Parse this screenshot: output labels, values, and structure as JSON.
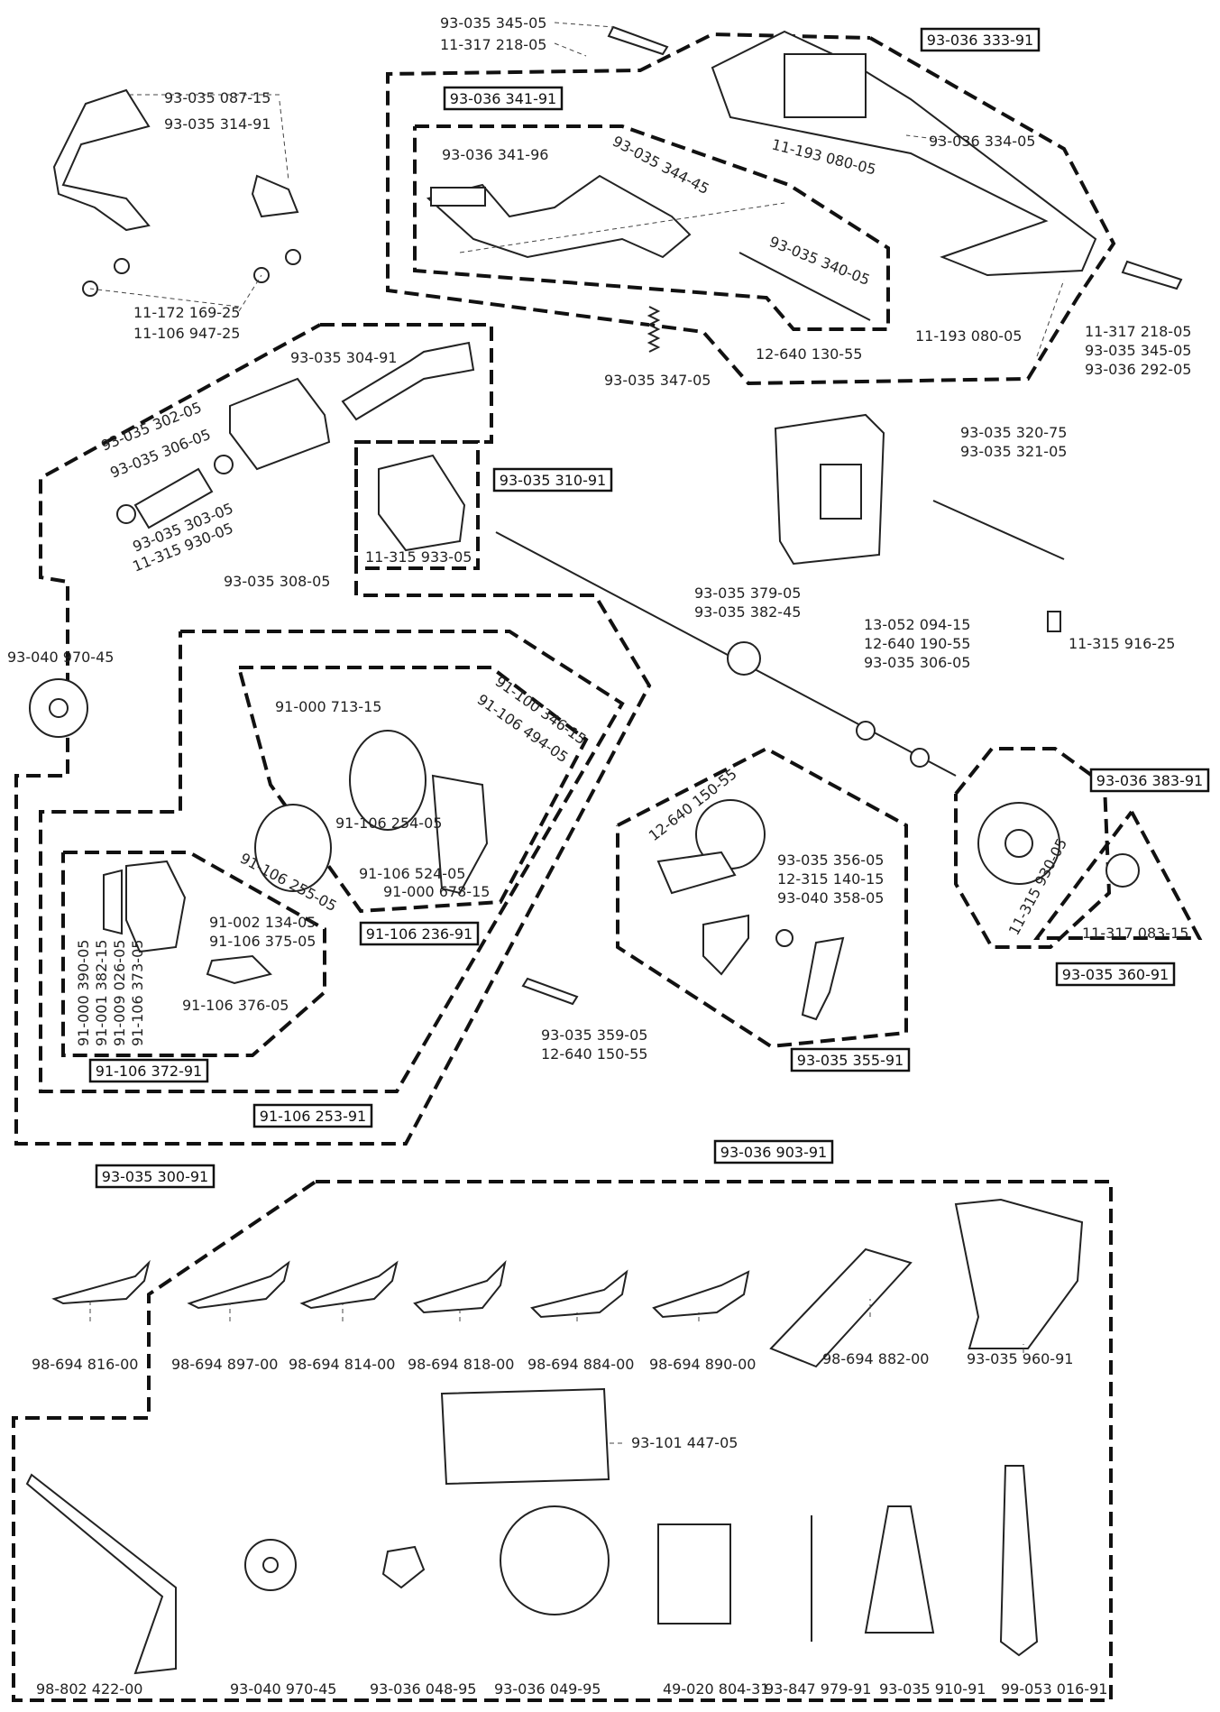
{
  "groups": [
    {
      "id": "93-036 333-91"
    },
    {
      "id": "93-036 341-91"
    },
    {
      "id": "93-035 310-91"
    },
    {
      "id": "93-036 383-91"
    },
    {
      "id": "93-035 360-91"
    },
    {
      "id": "93-035 355-91"
    },
    {
      "id": "91-106 236-91"
    },
    {
      "id": "91-106 372-91"
    },
    {
      "id": "91-106 253-91"
    },
    {
      "id": "93-035 300-91"
    },
    {
      "id": "93-036 903-91"
    }
  ],
  "labels": [
    "93-035 345-05",
    "11-317 218-05",
    "93-036 341-96",
    "93-035 344-45",
    "11-193 080-05",
    "93-036 334-05",
    "93-035 340-05",
    "11-193 080-05",
    "11-317 218-05",
    "93-035 345-05",
    "93-036 292-05",
    "12-640 130-55",
    "93-035 347-05",
    "93-035 087-15",
    "93-035 314-91",
    "11-172 169-25",
    "11-106 947-25",
    "93-035 304-91",
    "93-035 302-05",
    "93-035 306-05",
    "93-035 303-05",
    "11-315 930-05",
    "93-035 308-05",
    "11-315 933-05",
    "93-035 320-75",
    "93-035 321-05",
    "93-035 379-05",
    "93-035 382-45",
    "11-315 916-25",
    "13-052 094-15",
    "12-640 190-55",
    "93-035 306-05",
    "93-040 970-45",
    "91-000 713-15",
    "91-100 346-15",
    "91-106 494-05",
    "91-106 254-05",
    "91-106 524-05",
    "91-000 678-15",
    "91-106 255-05",
    "91-002 134-05",
    "91-106 375-05",
    "91-106 376-05",
    "91-000 390-05",
    "91-001 382-15",
    "91-009 026-05",
    "91-106 373-05",
    "12-640 150-55",
    "93-035 356-05",
    "12-315 140-15",
    "93-040 358-05",
    "93-035 359-05",
    "12-640 150-55",
    "11-315 930-05",
    "11-317 083-15",
    "98-694 816-00",
    "98-694 897-00",
    "98-694 814-00",
    "98-694 818-00",
    "98-694 884-00",
    "98-694 890-00",
    "98-694 882-00",
    "93-035 960-91",
    "93-101 447-05",
    "98-802 422-00",
    "93-040 970-45",
    "93-036 048-95",
    "93-036 049-95",
    "49-020 804-31",
    "93-847 979-91",
    "93-035 910-91",
    "99-053 016-91"
  ]
}
